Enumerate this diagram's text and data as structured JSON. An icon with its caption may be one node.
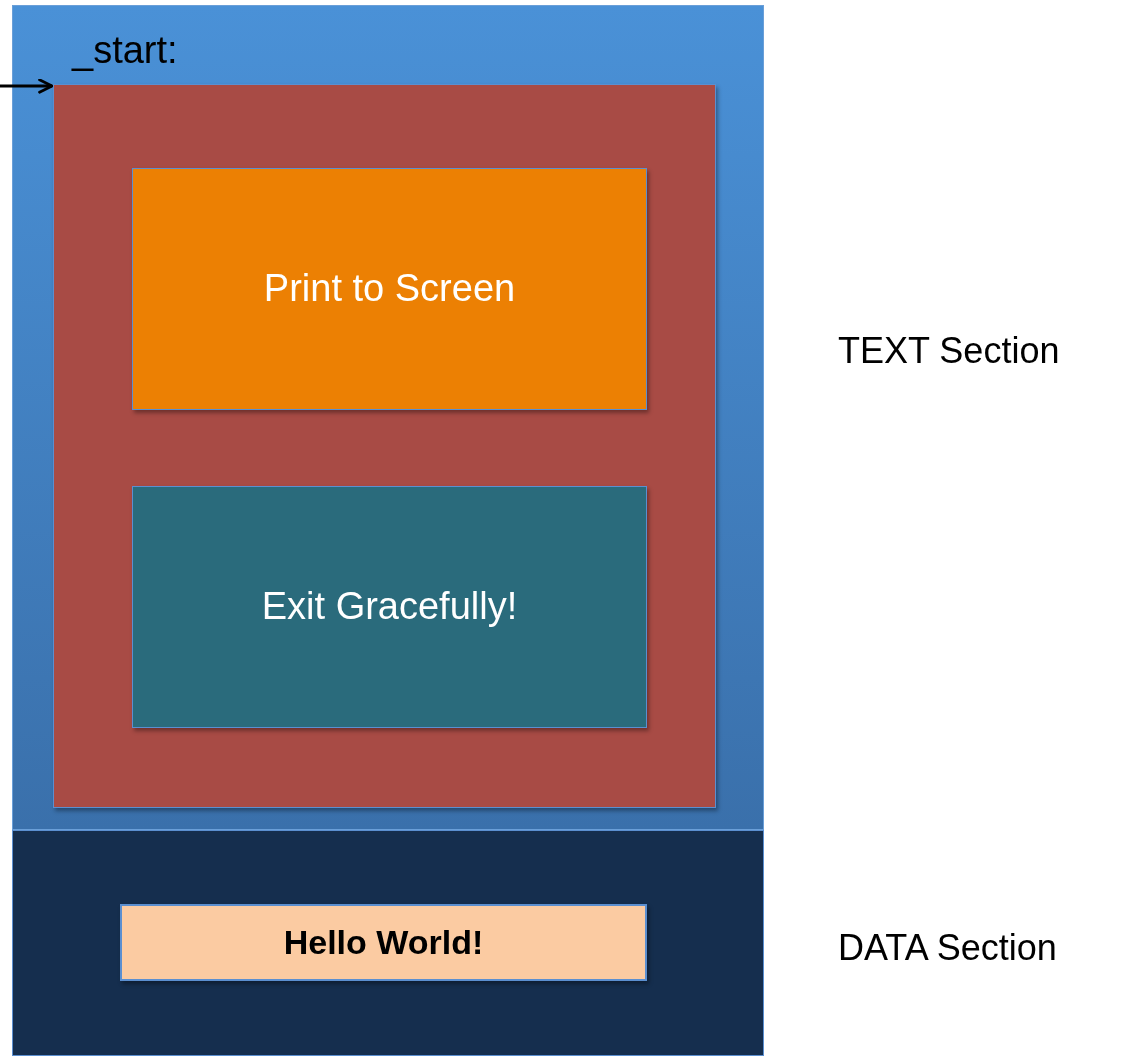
{
  "diagram": {
    "nodes": [
      {
        "text": [],
        "shape": "box",
        "beside": [
          "TEXT Section"
        ]
      },
      {
        "text": [
          "_start:"
        ],
        "in": 0
      },
      {
        "text": [
          "Print to Screen"
        ],
        "in": 1
      },
      {
        "text": [
          "Exit Gracefully!"
        ],
        "in": 1
      },
      {
        "text": [],
        "shape": "box",
        "beside": [
          "DATA Section"
        ]
      },
      {
        "text": [
          "Hello World!"
        ],
        "in": 4
      }
    ],
    "edges": [
      {
        "from": null,
        "to": 1,
        "arrow": "to"
      }
    ]
  }
}
